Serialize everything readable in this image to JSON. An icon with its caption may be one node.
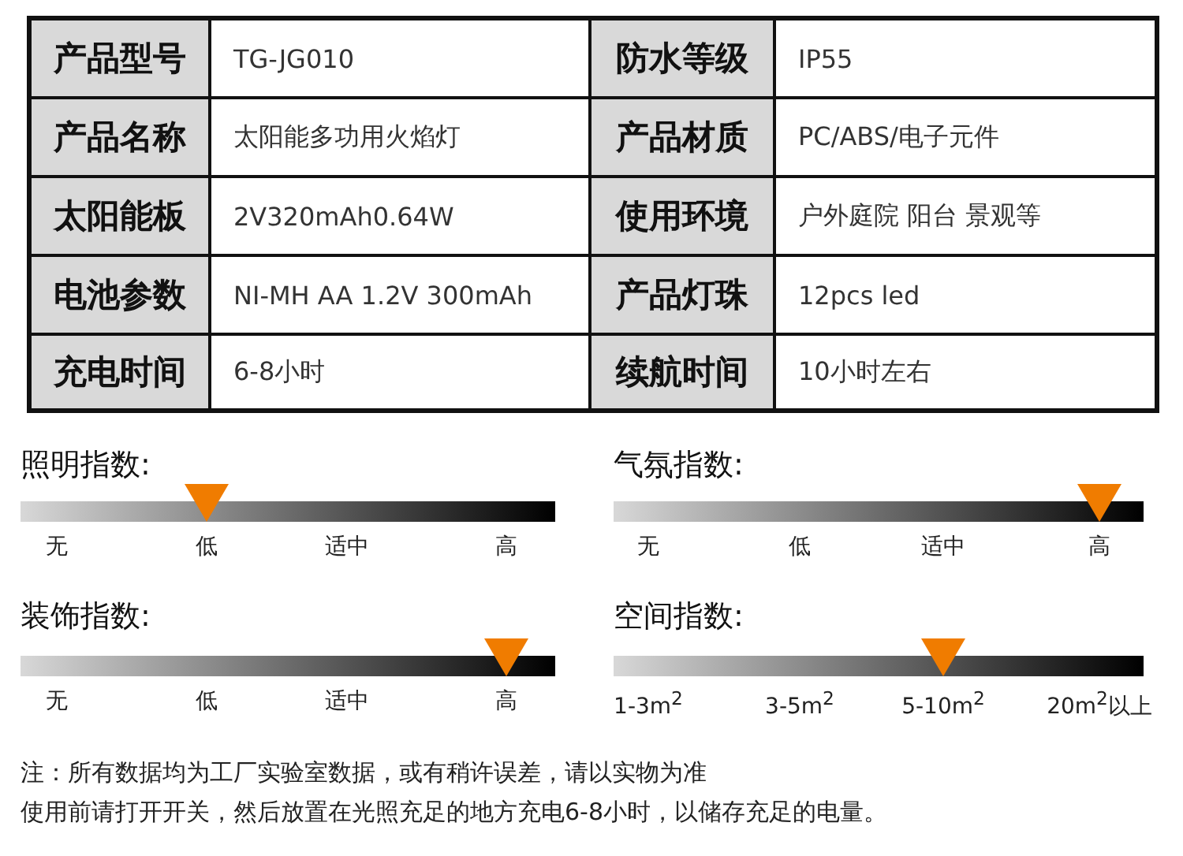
{
  "diagram": {
    "labels": [
      "产品型号",
      "TG-JG010",
      "防水等级",
      "IP55",
      "产品名称",
      "太阳能多功用火焰灯",
      "产品材质",
      "PC/ABS/电子元件",
      "太阳能板",
      "2V320mAh0.64W",
      "使用环境",
      "户外庭院 阳台 景观等",
      "电池参数",
      "NI-MH AA 1.2V 300mAh",
      "产品灯珠",
      "12pcs led",
      "充电时间",
      "6-8小时",
      "续航时间",
      "10小时左右",
      "照明指数:",
      "气氛指数:",
      "无",
      "低",
      "适中",
      "高",
      "无",
      "低",
      "适中",
      "高",
      "装饰指数:",
      "空间指数:",
      "无",
      "低",
      "适中",
      "高",
      "1-3m$^{2}$",
      "3-5m$^{2}$",
      "5-10m$^{2}$",
      "20m$^{2}$以上",
      "注：所有数据均为工厂实验室数据，或有稍许误差，请以实物为准",
      "使用前请打开开关，然后放置在光照充足的地方充电6-8小时，以储存充足的电量。"
    ]
  }
}
